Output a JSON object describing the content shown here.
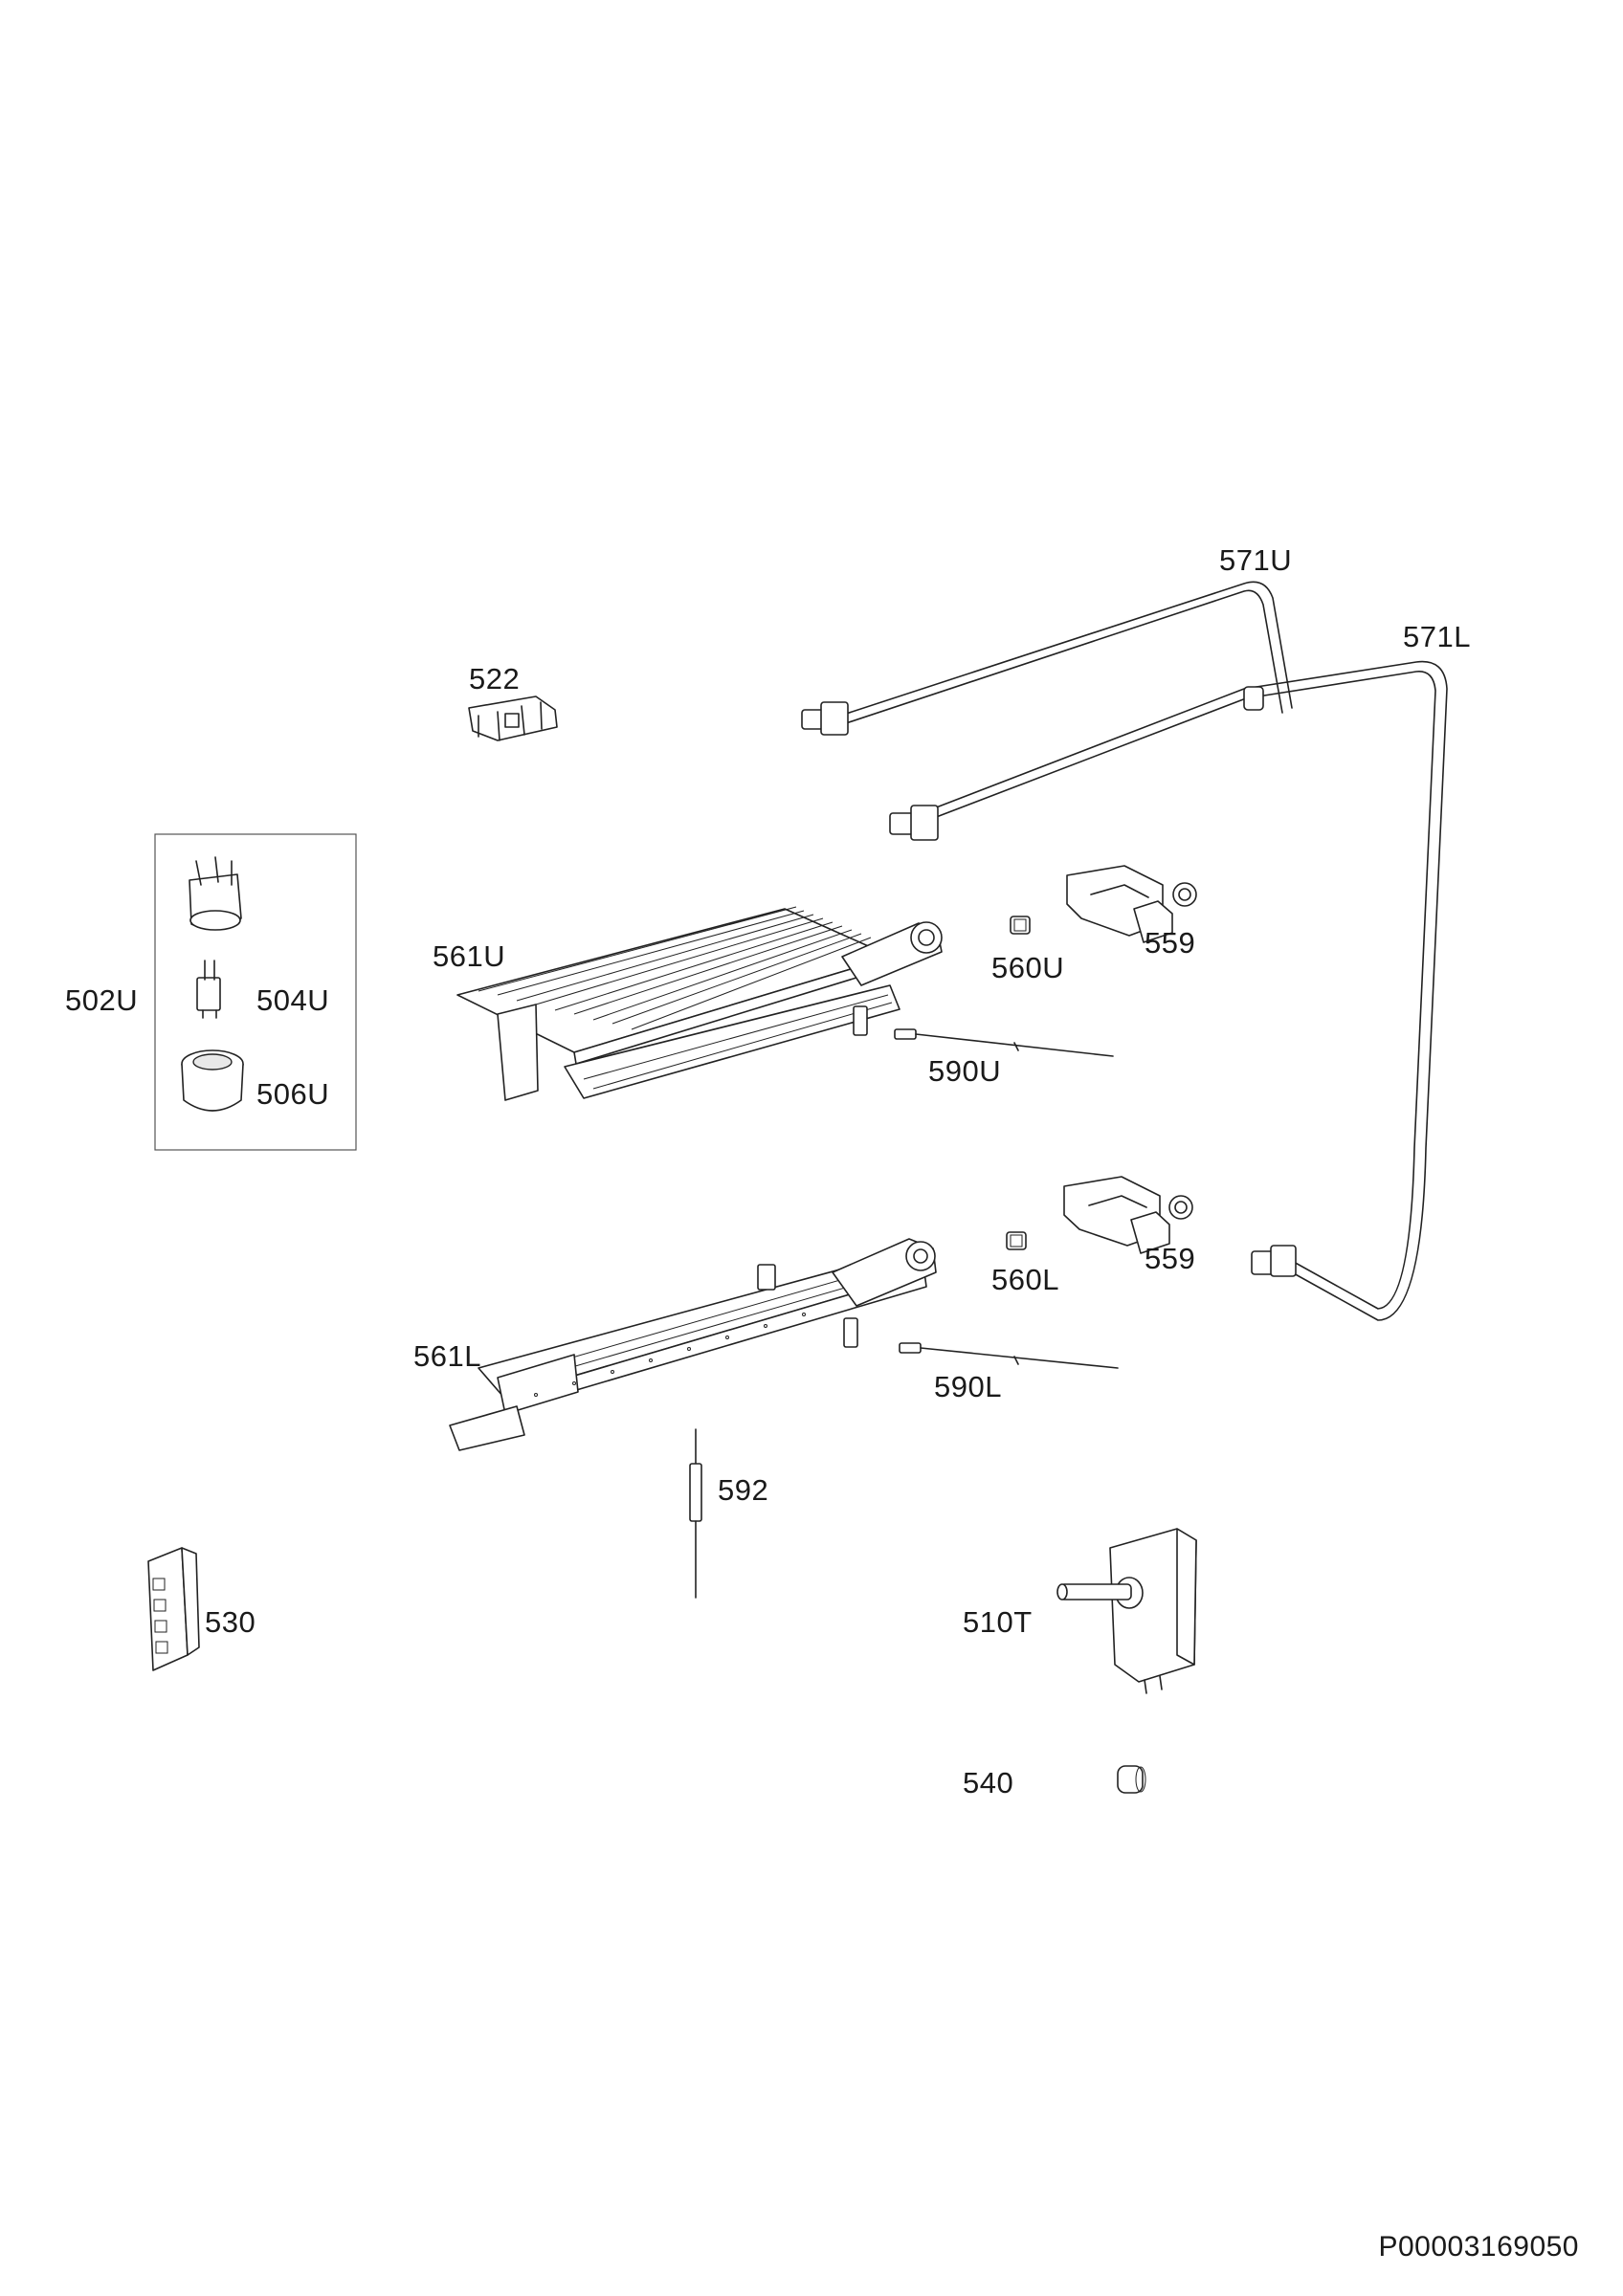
{
  "parts": {
    "p571U": "571U",
    "p571L": "571L",
    "p522": "522",
    "p559a": "559",
    "p559b": "559",
    "p560U": "560U",
    "p560L": "560L",
    "p561U": "561U",
    "p561L": "561L",
    "p502U": "502U",
    "p504U": "504U",
    "p506U": "506U",
    "p590U": "590U",
    "p590L": "590L",
    "p592": "592",
    "p530": "530",
    "p510T": "510T",
    "p540": "540"
  },
  "document_code": "P00003169050"
}
